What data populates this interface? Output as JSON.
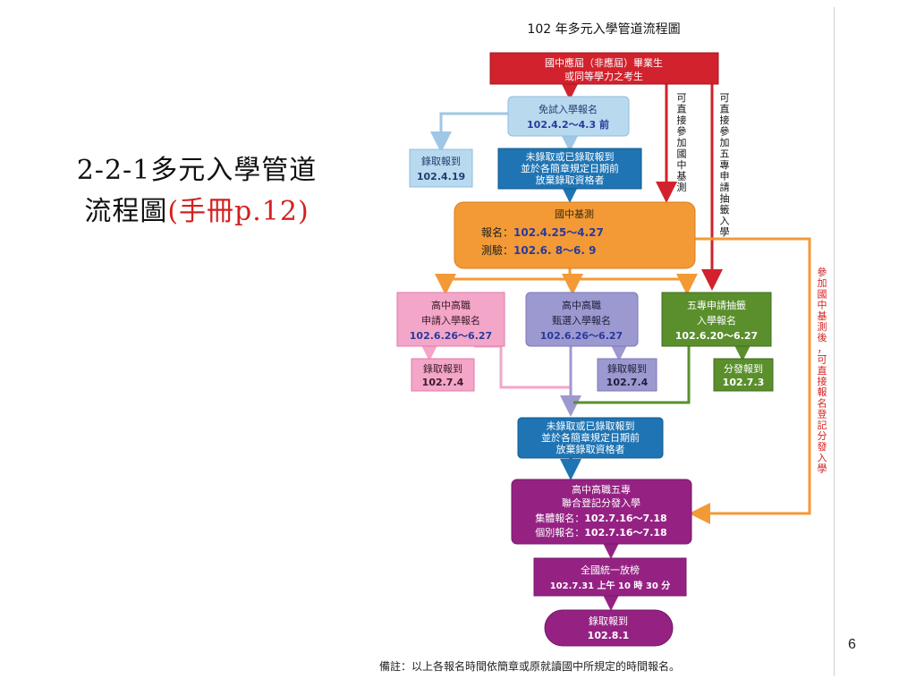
{
  "slide": {
    "title_line1": "2-2-1多元入學管道",
    "title_line2_black": "流程圖",
    "title_line2_red": "(手冊p.12)",
    "page_number": "6"
  },
  "flow": {
    "title": "102 年多元入學管道流程圖",
    "top": {
      "l1": "國中應屆（非應屆）畢業生",
      "l2": "或同等學力之考生"
    },
    "mianshi": {
      "l1": "免試入學報名",
      "l2": "102.4.2～4.3 前"
    },
    "lq1": {
      "l1": "錄取報到",
      "l2": "102.4.19"
    },
    "fq1": {
      "l1": "未錄取或已錄取報到",
      "l2": "並於各簡章規定日期前",
      "l3": "放棄錄取資格者"
    },
    "jice": {
      "l1": "國中基測",
      "l2a": "報名：",
      "l2b": "102.4.25～4.27",
      "l3a": "測驗：",
      "l3b": "102.6. 8～6. 9"
    },
    "side1": "可直接參加國中基測",
    "side2": "可直接參加五專申請抽籤入學",
    "side3": "參加國中基測後，可直接報名登記分發入學",
    "shenqing": {
      "l1": "高中高職",
      "l2": "申請入學報名",
      "l3": "102.6.26～6.27"
    },
    "zhenxuan": {
      "l1": "高中高職",
      "l2": "甄選入學報名",
      "l3": "102.6.26～6.27"
    },
    "wuzhuan": {
      "l1": "五專申請抽籤",
      "l2": "入學報名",
      "l3": "102.6.20～6.27"
    },
    "lq2": {
      "l1": "錄取報到",
      "l2": "102.7.4"
    },
    "lq3": {
      "l1": "錄取報到",
      "l2": "102.7.4"
    },
    "fenfa": {
      "l1": "分發報到",
      "l2": "102.7.3"
    },
    "fq2": {
      "l1": "未錄取或已錄取報到",
      "l2": "並於各簡章規定日期前",
      "l3": "放棄錄取資格者"
    },
    "lianhe": {
      "l1": "高中高職五專",
      "l2": "聯合登記分發入學",
      "l3a": "集體報名：",
      "l3b": "102.7.16～7.18",
      "l4a": "個別報名：",
      "l4b": "102.7.16～7.18"
    },
    "fangbang": {
      "l1": "全國統一放榜",
      "l2": "102.7.31 上午 10 時 30 分"
    },
    "final": {
      "l1": "錄取報到",
      "l2": "102.8.1"
    },
    "note": "備註：以上各報名時間依簡章或原就讀國中所規定的時間報名。"
  },
  "colors": {
    "red": "#d2222d",
    "lightblue": "#b9d9ef",
    "blue": "#1f74b3",
    "orange": "#f39a36",
    "pink": "#f3a6c8",
    "purple_light": "#9c99d0",
    "green": "#5a8f2c",
    "magenta": "#952283",
    "datetext": "#2a3a9c"
  }
}
